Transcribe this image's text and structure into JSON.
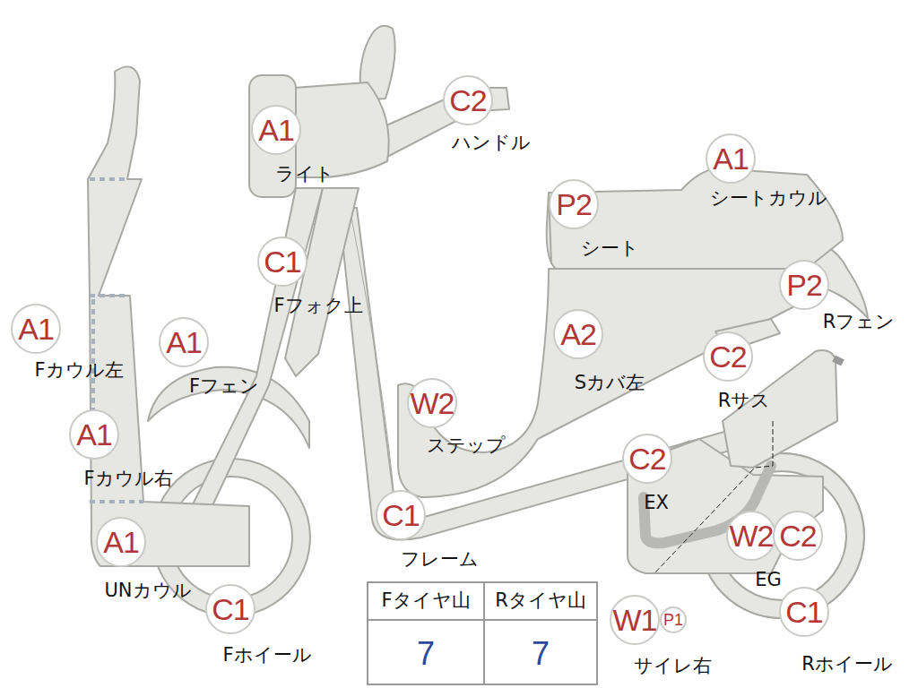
{
  "diagram": {
    "nodes": [
      {
        "text": [
          "A1",
          "ライト"
        ]
      },
      {
        "text": [
          "C2",
          "ハンドル"
        ]
      },
      {
        "text": [
          "A1",
          "シートカウル"
        ]
      },
      {
        "text": [
          "P2",
          "シート"
        ]
      },
      {
        "text": [
          "C1",
          "Fフォク上"
        ]
      },
      {
        "text": [
          "P2",
          "Rフェン"
        ]
      },
      {
        "text": [
          "A1",
          "Fカウル左"
        ]
      },
      {
        "text": [
          "A1",
          "Fフェン"
        ]
      },
      {
        "text": [
          "A2",
          "Sカバ左"
        ]
      },
      {
        "text": [
          "C2",
          "Rサス"
        ]
      },
      {
        "text": [
          "W2",
          "ステップ"
        ]
      },
      {
        "text": [
          "A1",
          "Fカウル右"
        ]
      },
      {
        "text": [
          "C2",
          "EX"
        ]
      },
      {
        "text": [
          "C1",
          "フレーム"
        ]
      },
      {
        "text": [
          "A1",
          "UNカウル"
        ]
      },
      {
        "text": [
          "W2",
          "EG"
        ]
      },
      {
        "text": [
          "C2"
        ]
      },
      {
        "text": [
          "C1",
          "Fホイール"
        ]
      },
      {
        "text": [
          "W1",
          "サイレ右"
        ]
      },
      {
        "text": [
          "P1"
        ]
      },
      {
        "text": [
          "C1",
          "Rホイール"
        ]
      }
    ],
    "labels": [
      "Fタイヤ山",
      "Rタイヤ山",
      "7",
      "7"
    ]
  }
}
